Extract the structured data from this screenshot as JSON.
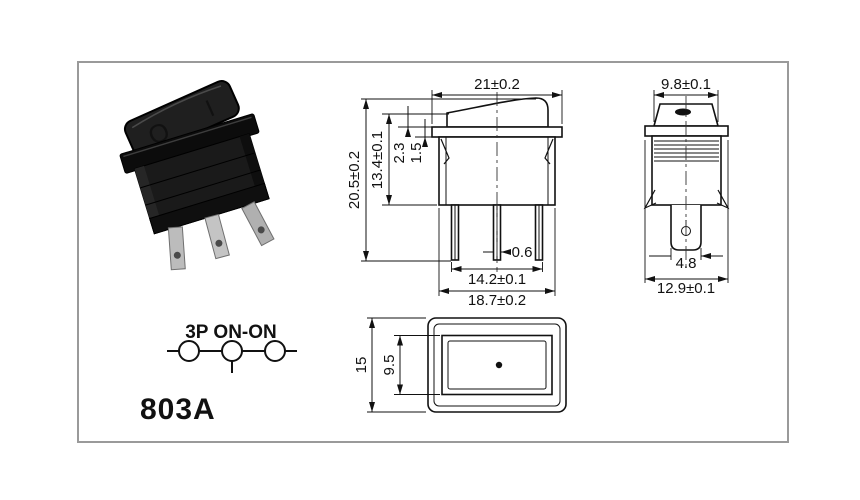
{
  "left_panel": {
    "model": "803A",
    "circuit_label": "3P  ON-ON",
    "rocker_mark_off": "O",
    "rocker_mark_on": "I"
  },
  "front_view": {
    "flange_width": "21±0.2",
    "total_height": "20.5±0.2",
    "body_height": "13.4±0.1",
    "rocker_height": "2.3",
    "flange_thickness": "1.5",
    "terminal_thickness": "0.6",
    "terminal_span": "14.2±0.1",
    "body_width": "18.7±0.2"
  },
  "side_view": {
    "top_width": "9.8±0.1",
    "plunger_width": "4.8",
    "flange_width": "12.9±0.1"
  },
  "top_view": {
    "flange_height": "15",
    "opening_height": "9.5"
  },
  "colors": {
    "line": "#111111",
    "frame": "#9a9a9a",
    "switch_body": "#161616",
    "pin_metal": "#bcbcbc"
  }
}
